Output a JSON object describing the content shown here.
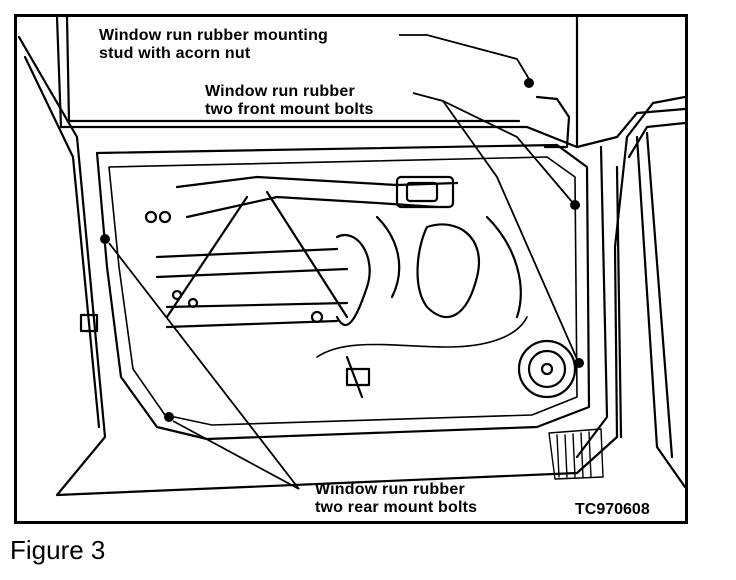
{
  "figure": {
    "callout_top_line1": "Window run rubber mounting",
    "callout_top_line2": "stud with acorn nut",
    "callout_front_line1": "Window run rubber",
    "callout_front_line2": "two front mount bolts",
    "callout_rear_line1": "Window run rubber",
    "callout_rear_line2": "two rear mount bolts",
    "code": "TC970608",
    "caption": "Figure 3"
  }
}
